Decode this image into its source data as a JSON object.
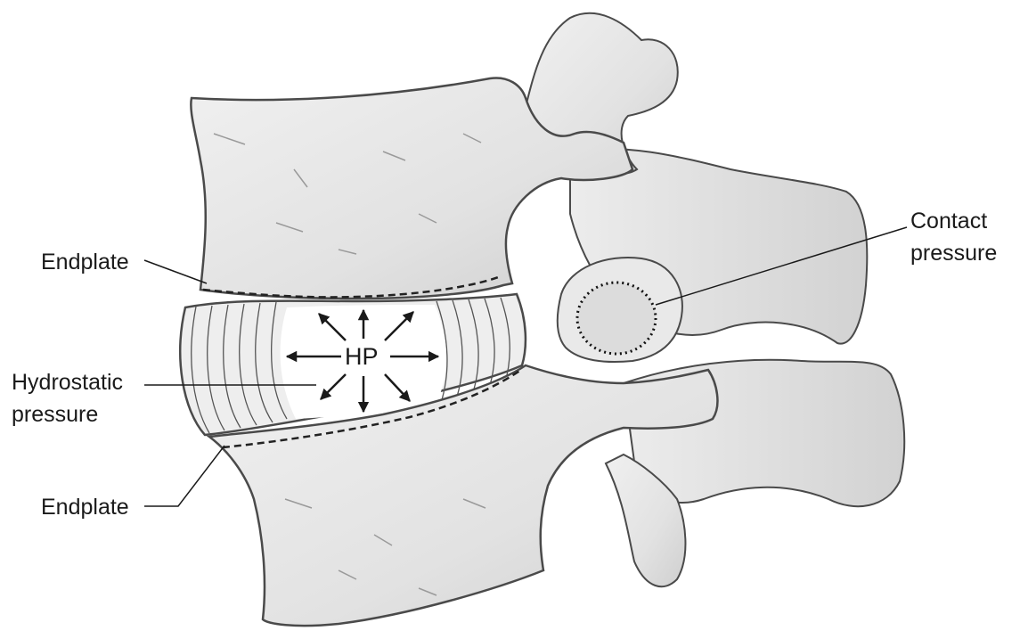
{
  "labels": {
    "endplate_upper": "Endplate",
    "hydrostatic_line1": "Hydrostatic",
    "hydrostatic_line2": "pressure",
    "endplate_lower": "Endplate",
    "contact_line1": "Contact",
    "contact_line2": "pressure",
    "hp": "HP"
  },
  "colors": {
    "bone_fill": "#e6e6e6",
    "bone_shadow": "#c4c4c4",
    "outline": "#4a4a4a",
    "ink": "#1a1a1a",
    "nucleus": "#ffffff"
  }
}
